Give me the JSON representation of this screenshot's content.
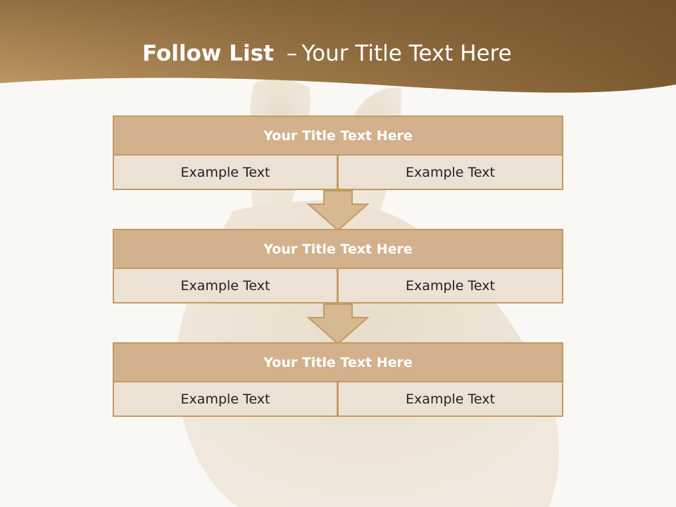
{
  "slide": {
    "title_bold": "Follow List",
    "title_dash": "–",
    "title_rest": "Your Title Text Here"
  },
  "steps": [
    {
      "title": "Your Title Text Here",
      "left": "Example Text",
      "right": "Example Text"
    },
    {
      "title": "Your Title Text Here",
      "left": "Example Text",
      "right": "Example Text"
    },
    {
      "title": "Your Title Text Here",
      "left": "Example Text",
      "right": "Example Text"
    }
  ],
  "colors": {
    "header_dark": "#7e5c31",
    "header_light": "#c39a62",
    "block_title": "#d2b18c",
    "block_cell": "#ece1d5",
    "border": "#c49a62",
    "background": "#faf8f5"
  },
  "icons": {
    "connector": "down-arrow-icon",
    "background_art": "donkey-photo-watermark"
  }
}
